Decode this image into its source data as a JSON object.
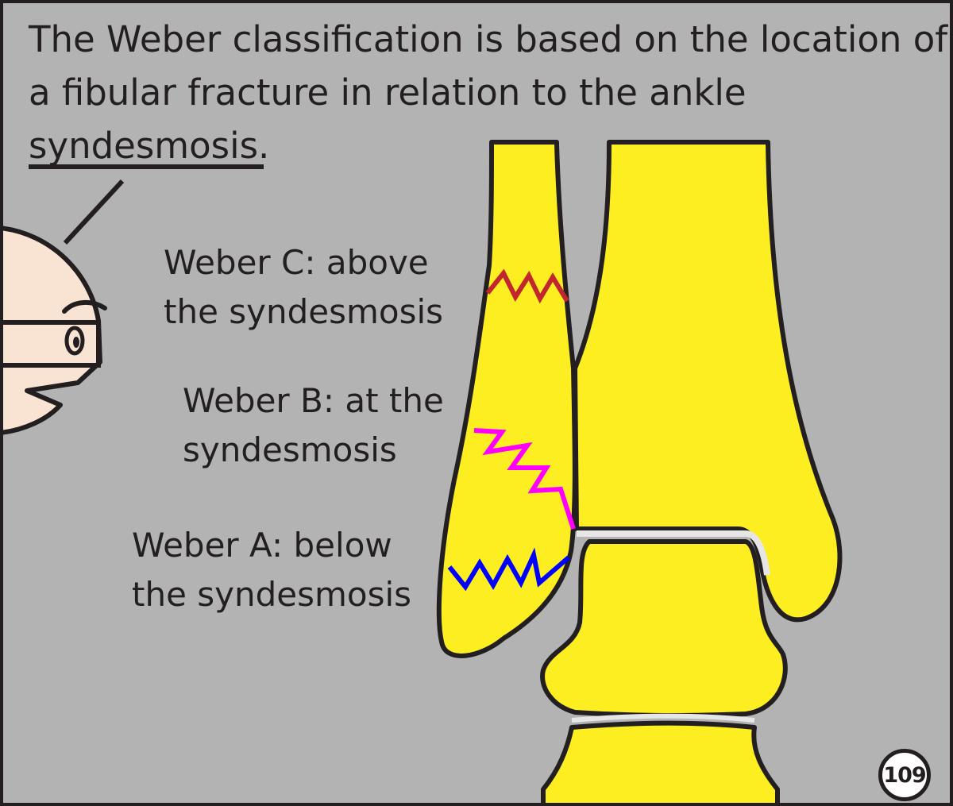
{
  "caption": {
    "line1": "The Weber classification is based on the location of",
    "line2": "a fibular fracture in relation to the ankle",
    "line3": "syndesmosis."
  },
  "labels": {
    "weber_c": {
      "line1": "Weber C: above",
      "line2": "the syndesmosis"
    },
    "weber_b": {
      "line1": "Weber B: at the",
      "line2": "syndesmosis"
    },
    "weber_a": {
      "line1": "Weber A: below",
      "line2": "the syndesmosis"
    }
  },
  "page_number": "109",
  "colors": {
    "background": "#b3b3b3",
    "bone": "#fcee21",
    "outline": "#231f20",
    "skin": "#f9e4d4",
    "joint": "#e6e6e6",
    "fracture_c": "#c1272d",
    "fracture_b": "#ff00ff",
    "fracture_a": "#0000ff"
  }
}
